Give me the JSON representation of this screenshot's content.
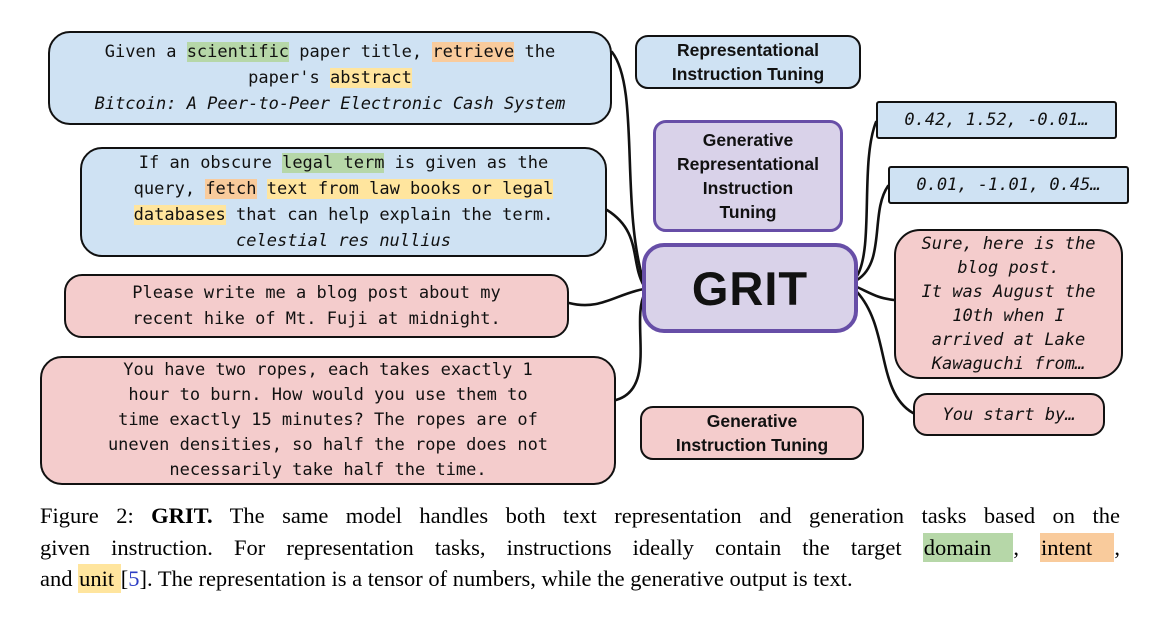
{
  "palette": {
    "box_blue": "#cfe2f3",
    "box_pink": "#f4cccc",
    "box_purple_fill": "#d9d2e9",
    "box_purple_border": "#674ea7",
    "highlight_green": "#b6d7a8",
    "highlight_orange": "#f9cb9c",
    "highlight_yellow": "#ffe59e",
    "citation_blue": "#2b3cc4"
  },
  "diagram": {
    "inputs": {
      "scientific": {
        "lines": [
          [
            {
              "t": "Given a "
            },
            {
              "t": "scientific",
              "hl": "green"
            },
            {
              "t": " paper title, "
            },
            {
              "t": "retrieve",
              "hl": "orange"
            },
            {
              "t": " the"
            }
          ],
          [
            {
              "t": "paper's "
            },
            {
              "t": "abstract",
              "hl": "yellow"
            }
          ],
          [
            {
              "t": "Bitcoin: A Peer-to-Peer Electronic Cash System",
              "it": true
            }
          ]
        ]
      },
      "legal": {
        "lines": [
          [
            {
              "t": "If an obscure "
            },
            {
              "t": "legal term",
              "hl": "green"
            },
            {
              "t": " is given as the"
            }
          ],
          [
            {
              "t": "query, "
            },
            {
              "t": "fetch",
              "hl": "orange"
            },
            {
              "t": " "
            },
            {
              "t": "text from law books or legal",
              "hl": "yellow"
            }
          ],
          [
            {
              "t": "databases",
              "hl": "yellow"
            },
            {
              "t": " that can help explain the term."
            }
          ],
          [
            {
              "t": "celestial res nullius",
              "it": true
            }
          ]
        ]
      },
      "blog": {
        "lines": [
          [
            {
              "t": "Please write me a blog post about my"
            }
          ],
          [
            {
              "t": "recent hike of Mt. Fuji at midnight."
            }
          ]
        ]
      },
      "ropes": {
        "lines": [
          [
            {
              "t": "You have two ropes, each takes exactly 1"
            }
          ],
          [
            {
              "t": "hour to burn. How would you use them to"
            }
          ],
          [
            {
              "t": "time exactly 15 minutes? The ropes are of"
            }
          ],
          [
            {
              "t": "uneven densities, so half the rope does not"
            }
          ],
          [
            {
              "t": "necessarily take half the time."
            }
          ]
        ]
      }
    },
    "labels": {
      "representational": {
        "lines": [
          "Representational",
          "Instruction Tuning"
        ]
      },
      "generative_representational": {
        "lines": [
          "Generative",
          "Representational",
          "Instruction",
          "Tuning"
        ]
      },
      "grit": "GRIT",
      "generative": {
        "lines": [
          "Generative",
          "Instruction Tuning"
        ]
      }
    },
    "outputs": {
      "embedding1": "0.42, 1.52, -0.01…",
      "embedding2": "0.01, -1.01, 0.45…",
      "generation1": {
        "lines": [
          "Sure, here is the",
          "blog post.",
          "It was August the",
          "10th when I",
          "arrived at Lake",
          "Kawaguchi from…"
        ]
      },
      "generation2": "You start by…"
    }
  },
  "caption": {
    "lines": [
      [
        {
          "t": "Figure 2: "
        },
        {
          "t": "GRIT.",
          "b": true
        },
        {
          "t": " The same model handles both text representation and generation tasks based on the"
        }
      ],
      [
        {
          "t": "given instruction. For representation tasks, instructions ideally contain the target "
        },
        {
          "t": " domain ",
          "hl": "green"
        },
        {
          "t": ", "
        },
        {
          "t": " intent ",
          "hl": "orange"
        },
        {
          "t": ","
        }
      ],
      [
        {
          "t": "and "
        },
        {
          "t": " unit ",
          "hl": "yellow"
        },
        {
          "t": " ["
        },
        {
          "t": "5",
          "c": "blue",
          "link": true
        },
        {
          "t": "]. The representation is a tensor of numbers, while the generative output is text."
        }
      ]
    ]
  }
}
